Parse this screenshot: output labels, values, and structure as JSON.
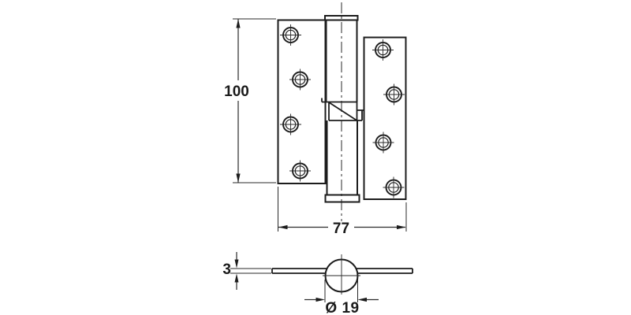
{
  "title": "rising-butt-hinge-technical-drawing",
  "colors": {
    "background": "#ffffff",
    "object_line": "#1c1c1c",
    "thin_line": "#2a2a2a",
    "text": "#1a1a1a"
  },
  "front_view": {
    "height_dim_label": "100",
    "width_dim_label": "77",
    "screw_holes_per_leaf": 4
  },
  "side_view": {
    "thickness_dim_label": "3",
    "knuckle_diameter_label": "Ø 19"
  }
}
